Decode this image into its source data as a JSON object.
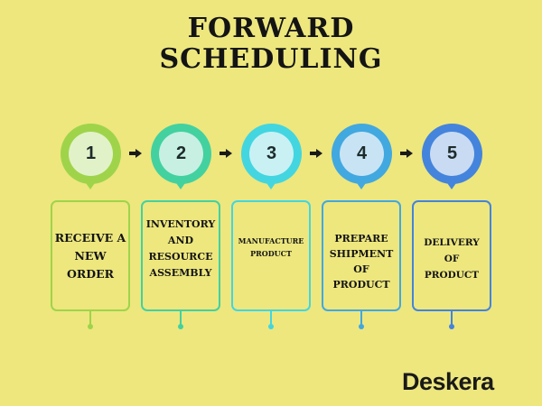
{
  "title": {
    "line1": "FORWARD",
    "line2": "SCHEDULING"
  },
  "steps": [
    {
      "number": "1",
      "label": "RECEIVE A NEW ORDER",
      "ring_color": "#9fd44a",
      "inner_color": "#e2f2c8",
      "border_color": "#9fd44a"
    },
    {
      "number": "2",
      "label": "INVENTORY AND RESOURCE ASSEMBLY",
      "ring_color": "#43d1a0",
      "inner_color": "#c7f0e2",
      "border_color": "#43d1a0"
    },
    {
      "number": "3",
      "label": "MANUFACTURE PRODUCT",
      "ring_color": "#43d6e0",
      "inner_color": "#c9f1f4",
      "border_color": "#43d6e0"
    },
    {
      "number": "4",
      "label": "PREPARE SHIPMENT OF PRODUCT",
      "ring_color": "#42a8e0",
      "inner_color": "#c8e4f4",
      "border_color": "#42a8e0"
    },
    {
      "number": "5",
      "label": "DELIVERY OF PRODUCT",
      "ring_color": "#4484dc",
      "inner_color": "#c9dbf2",
      "border_color": "#4484dc"
    }
  ],
  "arrow_icon": "right-arrow-icon",
  "logo": "Deskera",
  "colors": {
    "background": "#ede77e",
    "text": "#141414",
    "arrow": "#1a1a1a"
  }
}
